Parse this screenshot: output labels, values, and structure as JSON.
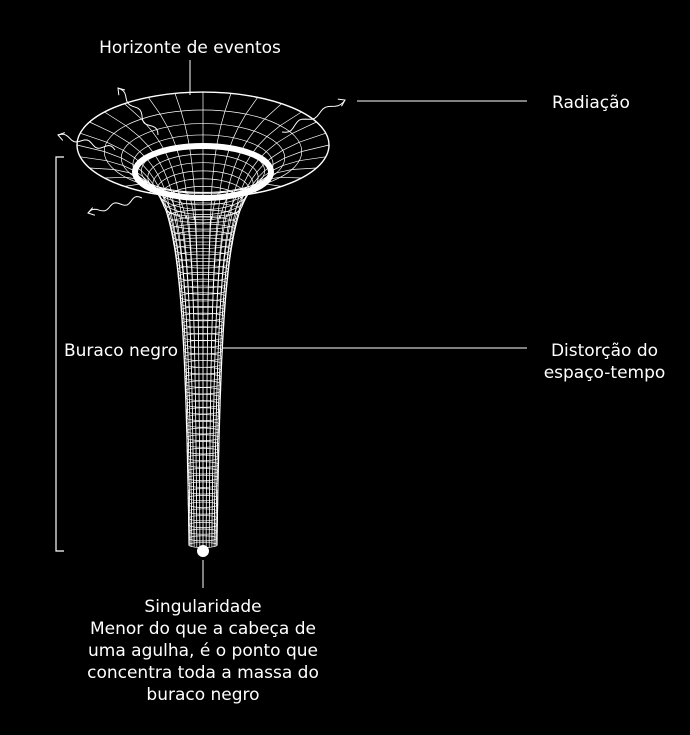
{
  "labels": {
    "event_horizon": "Horizonte de eventos",
    "radiation": "Radiação",
    "black_hole": "Buraco negro",
    "distortion_line1": "Distorção do",
    "distortion_line2": "espaço-tempo",
    "singularity_title": "Singularidade",
    "singularity_desc_line1": "Menor do que a cabeça de",
    "singularity_desc_line2": "uma agulha, é o ponto que",
    "singularity_desc_line3": "concentra toda a massa do",
    "singularity_desc_line4": "buraco negro"
  },
  "colors": {
    "background": "#000000",
    "foreground": "#ffffff"
  }
}
